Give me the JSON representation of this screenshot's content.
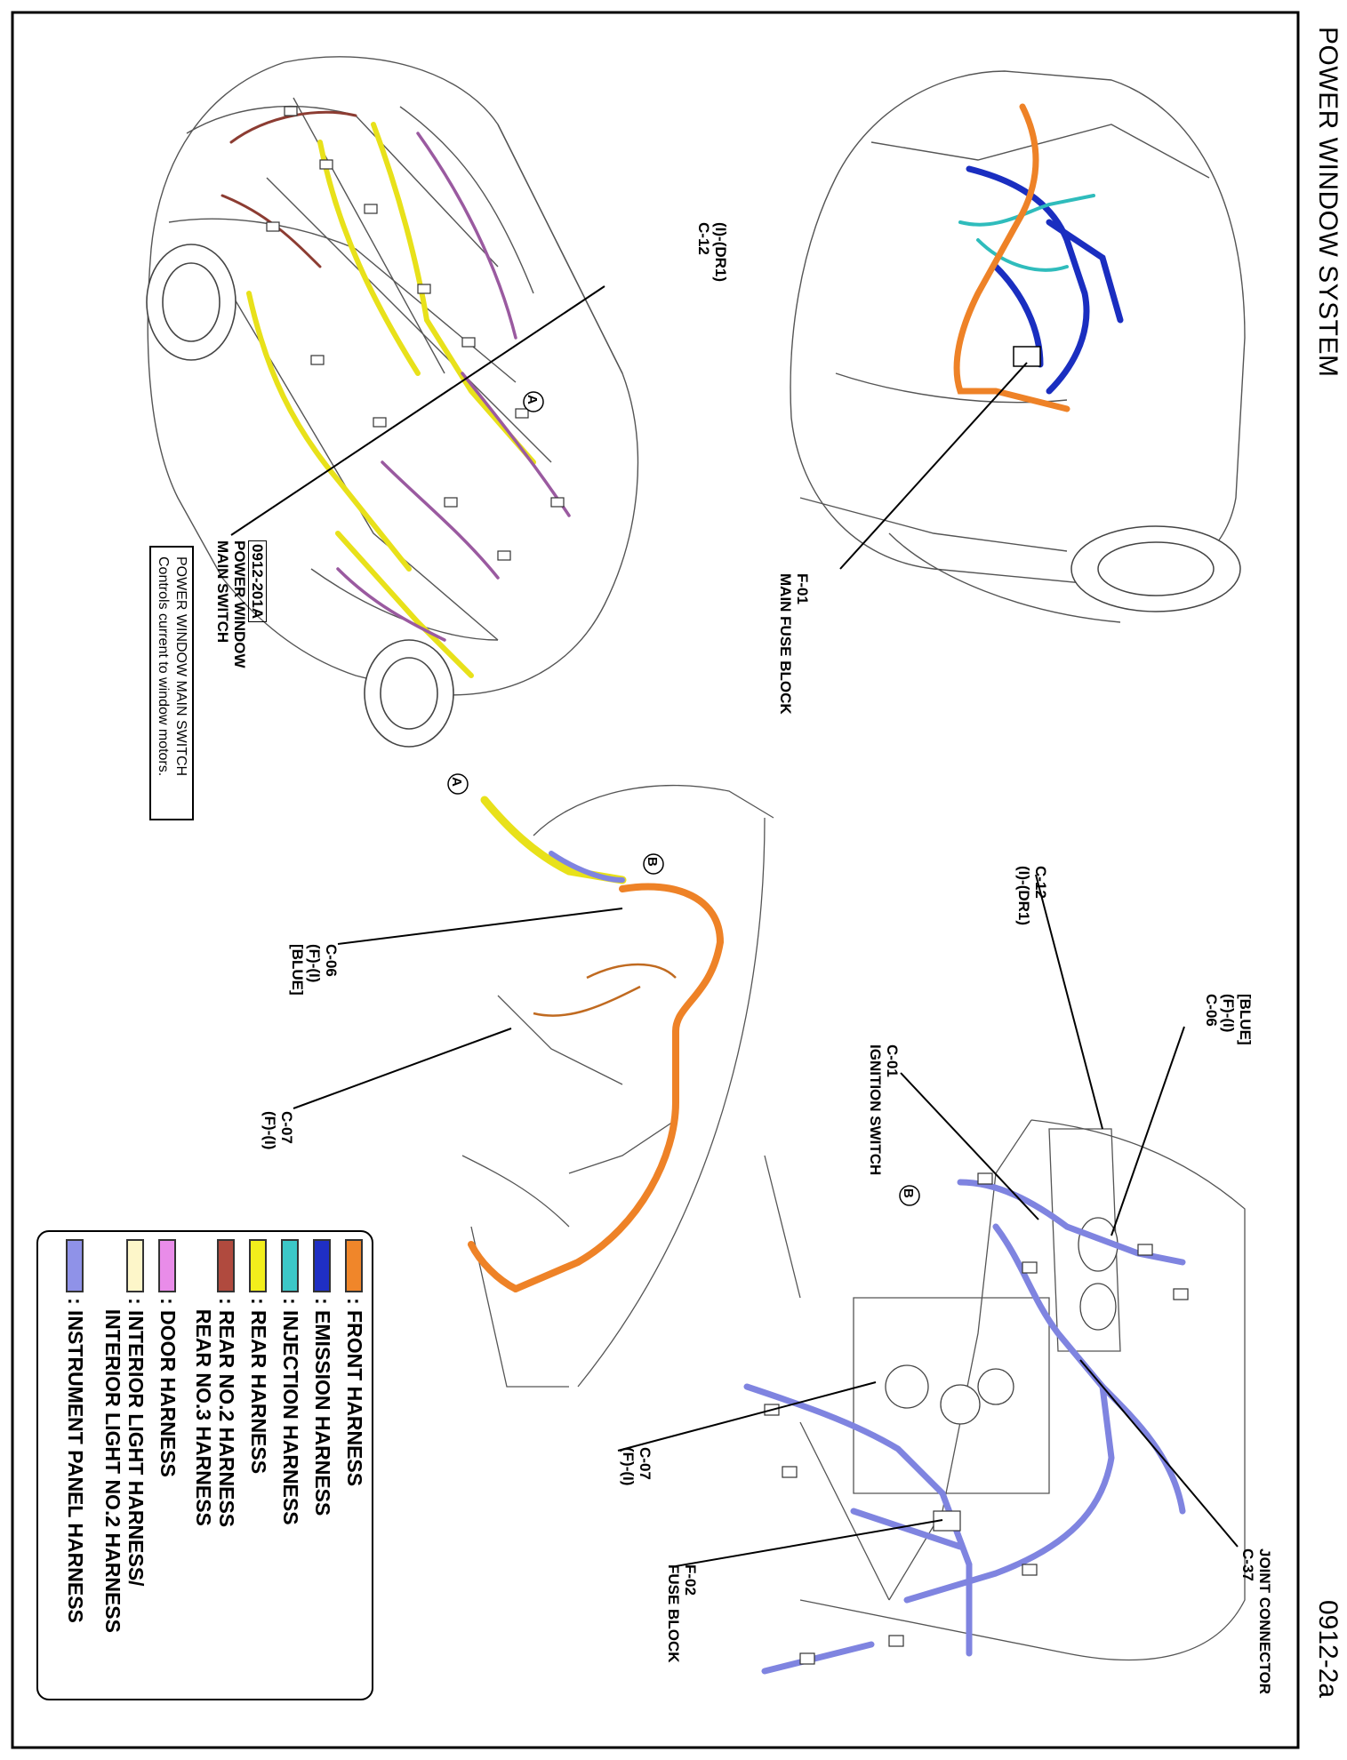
{
  "page": {
    "title": "POWER WINDOW SYSTEM",
    "number": "0912-2a"
  },
  "callout": {
    "code": "0912-201A",
    "name_lines": [
      "POWER WINDOW",
      "MAIN SWITCH"
    ],
    "box_title": "POWER WINDOW MAIN SWITCH",
    "box_text": "Controls current to window motors."
  },
  "labels": {
    "c12_top": [
      "(I)-(DR1)",
      "C-12"
    ],
    "f01": [
      "F-01",
      "MAIN FUSE BLOCK"
    ],
    "c06_left": [
      "C-06",
      "(F)-(I)",
      "[BLUE]"
    ],
    "c07_left": [
      "C-07",
      "(F)-(I)"
    ],
    "c12_right": [
      "C-12",
      "(I)-(DR1)"
    ],
    "c06_right": [
      "[BLUE]",
      "(F)-(I)",
      "C-06"
    ],
    "c01": [
      "C-01",
      "IGNITION SWITCH"
    ],
    "c07_right": [
      "C-07",
      "(F)-(I)"
    ],
    "f02": [
      "F-02",
      "FUSE BLOCK"
    ],
    "c37": [
      "JOINT CONNECTOR",
      "C-37"
    ]
  },
  "markers": {
    "a": "A",
    "b": "B"
  },
  "legend": [
    {
      "text": ": FRONT HARNESS",
      "color": "#f0862a"
    },
    {
      "text": ": EMISSION HARNESS",
      "color": "#1f2fc4"
    },
    {
      "text": ": INJECTION HARNESS",
      "color": "#3cc7c7"
    },
    {
      "text": ": REAR HARNESS",
      "color": "#f2ee1c"
    },
    {
      "text": ": REAR NO.2 HARNESS",
      "color": "#b04a3e",
      "line2": "  REAR NO.3 HARNESS"
    },
    {
      "text": ": DOOR HARNESS",
      "color": "#e98ce9"
    },
    {
      "text": ": INTERIOR LIGHT HARNESS/",
      "color": "#fdf6c9",
      "line2": "  INTERIOR LIGHT NO.2 HARNESS"
    },
    {
      "text": ": INSTRUMENT PANEL HARNESS",
      "color": "#8f92e8"
    }
  ]
}
